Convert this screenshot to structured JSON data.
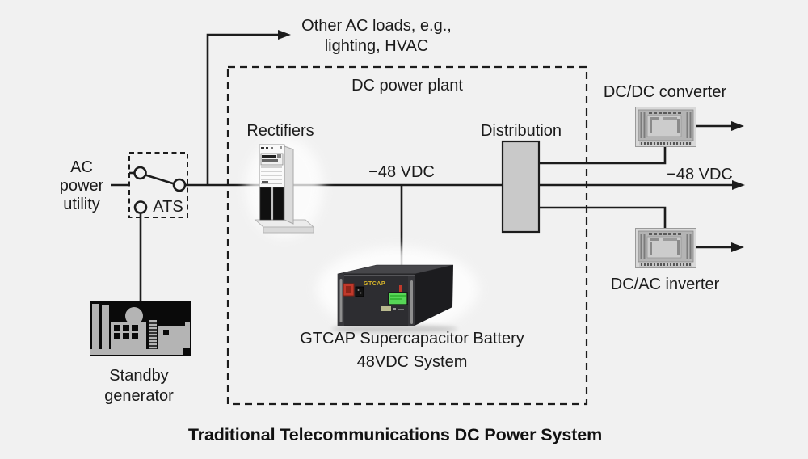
{
  "colors": {
    "background": "#f1f1f1",
    "line": "#1c1c1c",
    "distribution_fill": "#c9c9c9",
    "battery_brand_yellow": "#d9b62a",
    "battery_screen_green": "#57d657"
  },
  "diagram": {
    "title": "Traditional Telecommunications DC Power System",
    "left": {
      "ac_power_utility": "AC\npower\nutility",
      "ats": "ATS",
      "standby_generator": "Standby\ngenerator"
    },
    "top": {
      "other_ac_loads": "Other AC loads, e.g.,\nlighting, HVAC"
    },
    "plant": {
      "label": "DC power plant",
      "rectifiers": "Rectifiers",
      "bus_voltage": "−48 VDC",
      "distribution": "Distribution",
      "battery_brand": "GTCAP",
      "battery_caption": "GTCAP Supercapacitor Battery\n48VDC System"
    },
    "outputs": {
      "dcdc_converter": "DC/DC converter",
      "output_voltage": "−48 VDC",
      "dcac_inverter": "DC/AC inverter"
    }
  }
}
